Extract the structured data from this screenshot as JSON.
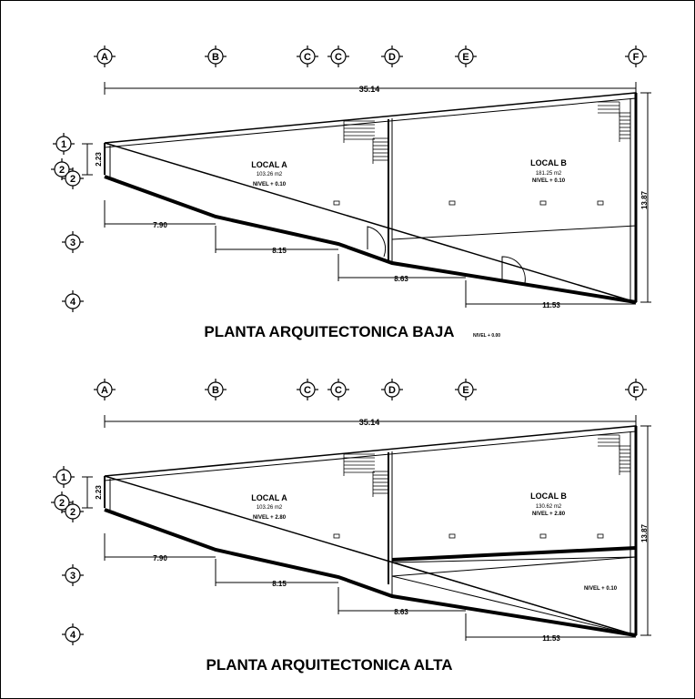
{
  "plans": [
    {
      "title": "PLANTA ARQUITECTONICA  BAJA",
      "level_note": "NIVEL + 0.00",
      "grid_cols": [
        "A",
        "B",
        "C",
        "C",
        "D",
        "E",
        "F"
      ],
      "grid_rows": [
        "1",
        "2",
        "2",
        "3",
        "4"
      ],
      "dim_total": "35.14",
      "dim_left": "2.23",
      "dim_right": "13.87",
      "dim_segments": [
        "7.90",
        "8.15",
        "8.63",
        "11.53"
      ],
      "local_a": {
        "name": "LOCAL A",
        "area": "103.26 m2",
        "level": "NIVEL + 0.10"
      },
      "local_b": {
        "name": "LOCAL B",
        "area": "181.25 m2",
        "level": "NIVEL +  0.10"
      },
      "extra_level": ""
    },
    {
      "title": "PLANTA ARQUITECTONICA  ALTA",
      "level_note": "",
      "grid_cols": [
        "A",
        "B",
        "C",
        "C",
        "D",
        "E",
        "F"
      ],
      "grid_rows": [
        "1",
        "2",
        "2",
        "3",
        "4"
      ],
      "dim_total": "35.14",
      "dim_left": "2.23",
      "dim_right": "13.87",
      "dim_segments": [
        "7.90",
        "8.15",
        "8.63",
        "11.53"
      ],
      "local_a": {
        "name": "LOCAL A",
        "area": "103.26 m2",
        "level": "NIVEL +  2.80"
      },
      "local_b": {
        "name": "LOCAL B",
        "area": "130.62 m2",
        "level": "NIVEL +  2.80"
      },
      "extra_level": "NIVEL + 0.10"
    }
  ],
  "colors": {
    "line": "#000000",
    "paper": "#ffffff"
  }
}
